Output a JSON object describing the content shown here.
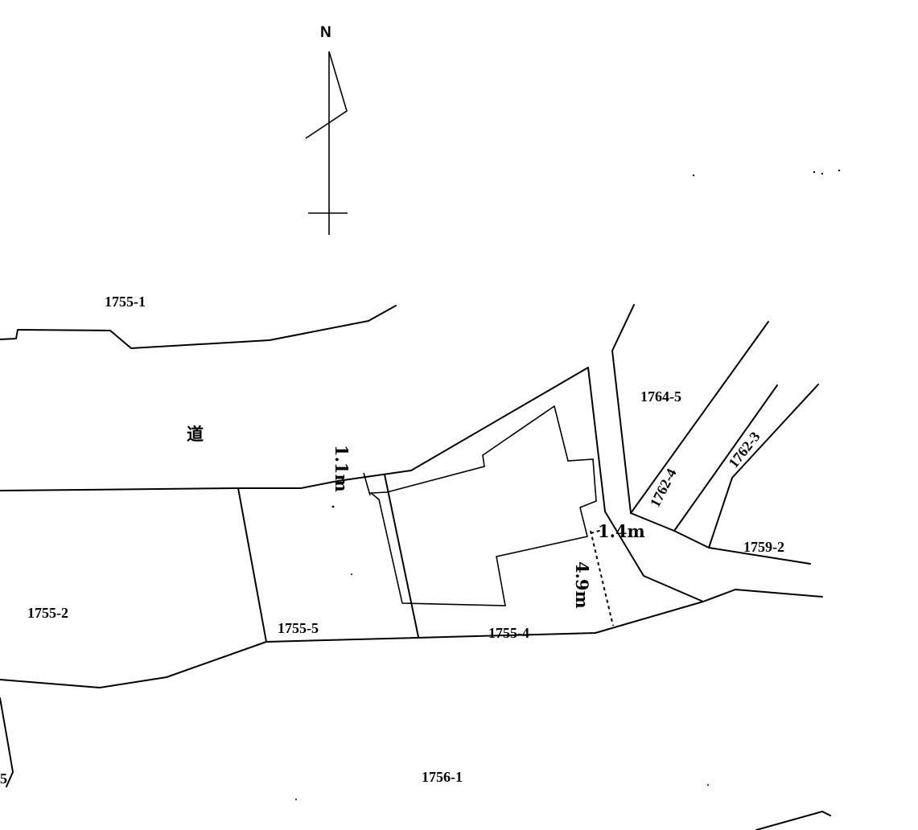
{
  "compass": {
    "label": "N"
  },
  "parcels": {
    "p1755_1": "1755-1",
    "road": "道",
    "p1764_5": "1764-5",
    "p1762_4": "1762-4",
    "p1762_3": "1762-3",
    "p1759_2": "1759-2",
    "p1755_2": "1755-2",
    "p1755_5": "1755-5",
    "p1755_4": "1755-4",
    "p1756_1": "1756-1",
    "edge_partial": "5"
  },
  "dimensions": {
    "d1": "1.1m",
    "d2": "1.4m",
    "d3": "4.9m"
  }
}
